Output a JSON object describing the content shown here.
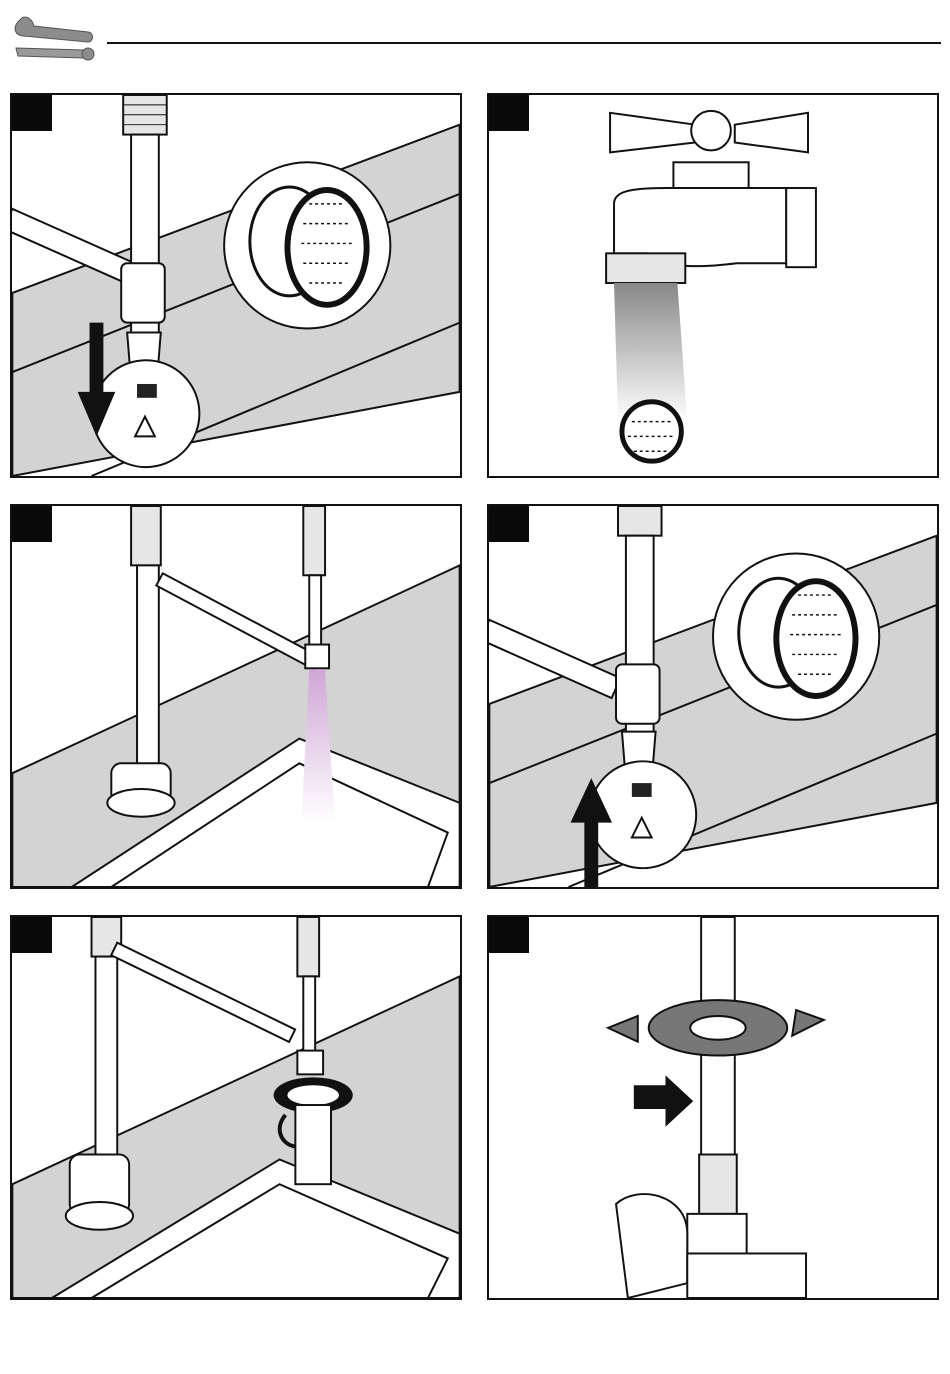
{
  "header": {
    "icon": "tools-icon"
  },
  "steps": [
    {
      "icon": "step-badge",
      "action": "remove-aerator"
    },
    {
      "icon": "step-badge",
      "action": "rinse-screen"
    },
    {
      "icon": "step-badge",
      "action": "flush-water"
    },
    {
      "icon": "step-badge",
      "action": "reinstall-aerator"
    },
    {
      "icon": "step-badge",
      "action": "tighten-aerator"
    },
    {
      "icon": "step-badge",
      "action": "apply-wrench"
    }
  ],
  "colors": {
    "line": "#111111",
    "counter": "#d3d3d3",
    "water": "#cfa6d6",
    "badge": "#0a0a0a"
  }
}
